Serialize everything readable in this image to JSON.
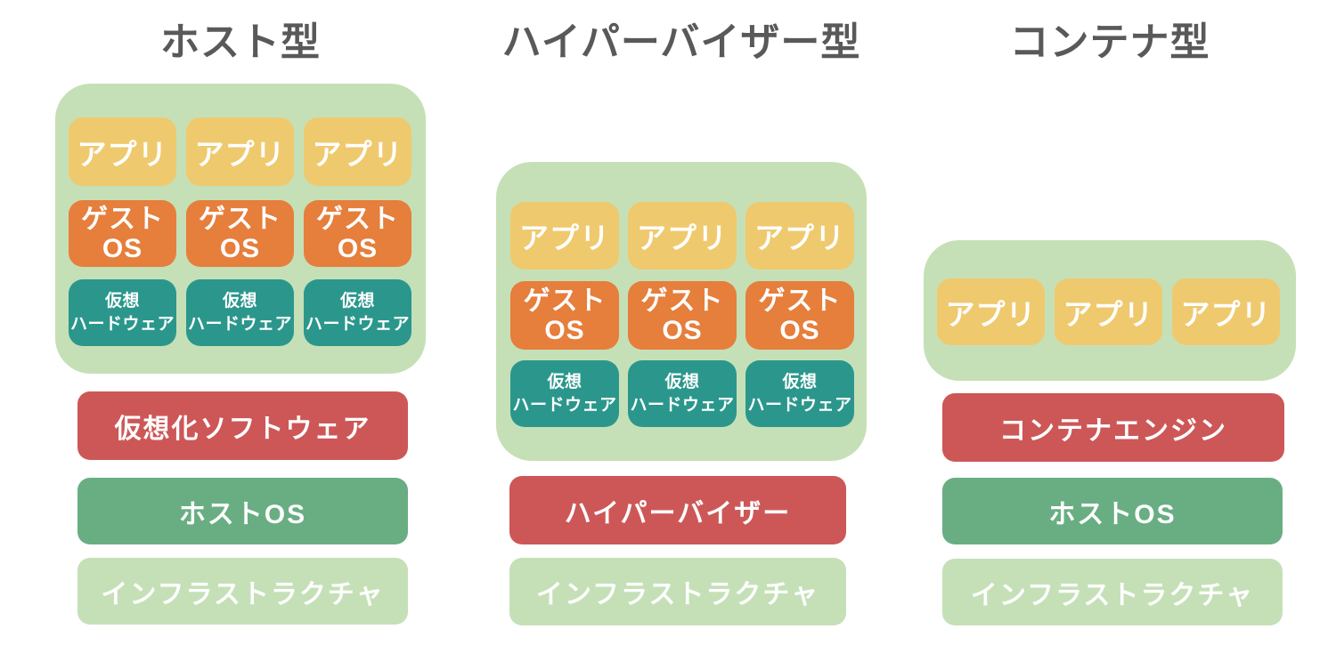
{
  "colors": {
    "background": "#FFFFFF",
    "title_text": "#595959",
    "group_green": "#C5E0B7",
    "app_yellow": "#EFC96E",
    "guest_orange": "#E67E3C",
    "vhw_teal": "#2B978C",
    "red_layer": "#CD5757",
    "green_layer": "#69AE83",
    "light_green_layer": "#C5E0B7",
    "box_text": "#FFFFFF"
  },
  "columns": [
    {
      "title": "ホスト型",
      "stack": {
        "apps": [
          "アプリ",
          "アプリ",
          "アプリ"
        ],
        "guest_os": [
          [
            "ゲスト",
            "OS"
          ],
          [
            "ゲスト",
            "OS"
          ],
          [
            "ゲスト",
            "OS"
          ]
        ],
        "virtual_hw": [
          [
            "仮想",
            "ハードウェア"
          ],
          [
            "仮想",
            "ハードウェア"
          ],
          [
            "仮想",
            "ハードウェア"
          ]
        ]
      },
      "layers": [
        "仮想化ソフトウェア",
        "ホストOS",
        "インフラストラクチャ"
      ]
    },
    {
      "title": "ハイパーバイザー型",
      "stack": {
        "apps": [
          "アプリ",
          "アプリ",
          "アプリ"
        ],
        "guest_os": [
          [
            "ゲスト",
            "OS"
          ],
          [
            "ゲスト",
            "OS"
          ],
          [
            "ゲスト",
            "OS"
          ]
        ],
        "virtual_hw": [
          [
            "仮想",
            "ハードウェア"
          ],
          [
            "仮想",
            "ハードウェア"
          ],
          [
            "仮想",
            "ハードウェア"
          ]
        ]
      },
      "layers": [
        "ハイパーバイザー",
        "インフラストラクチャ"
      ]
    },
    {
      "title": "コンテナ型",
      "stack": {
        "apps": [
          "アプリ",
          "アプリ",
          "アプリ"
        ]
      },
      "layers": [
        "コンテナエンジン",
        "ホストOS",
        "インフラストラクチャ"
      ]
    }
  ]
}
